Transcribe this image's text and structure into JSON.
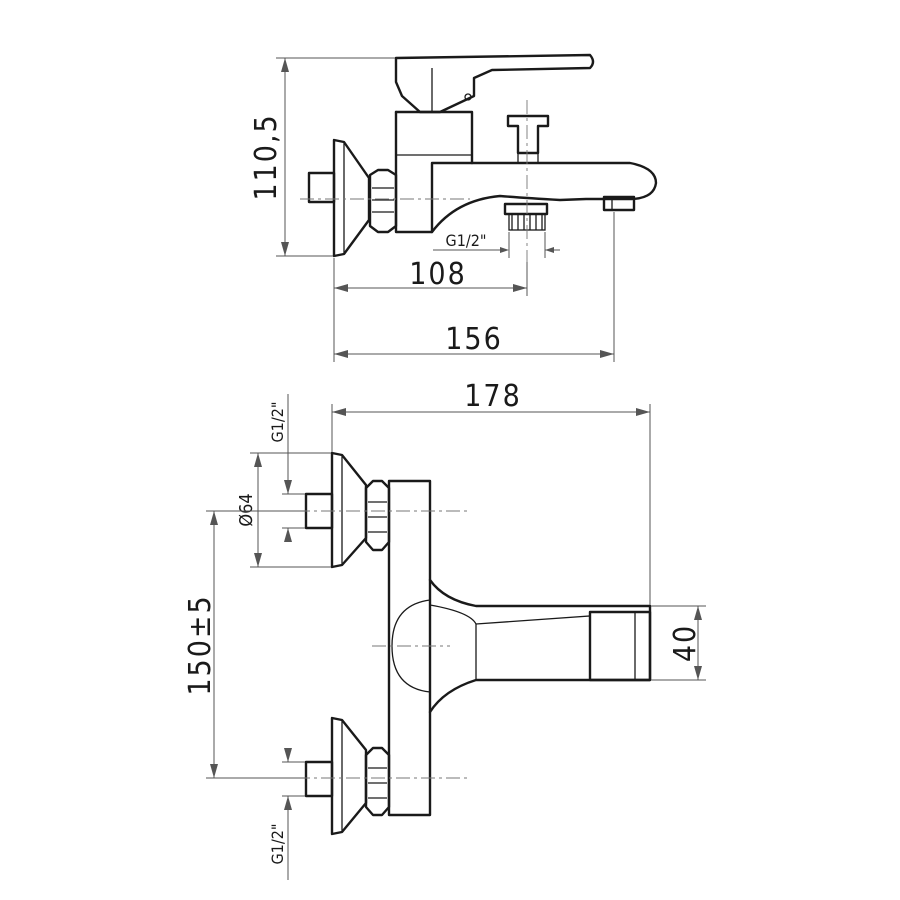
{
  "dimensions": {
    "height_side": "110,5",
    "depth_108": "108",
    "depth_156": "156",
    "width_178": "178",
    "thread_side": "G1/2\"",
    "thread_top": "G1/2\"",
    "thread_bottom": "G1/2\"",
    "diameter": "Ø64",
    "spacing": "150±5",
    "spout_height": "40"
  }
}
